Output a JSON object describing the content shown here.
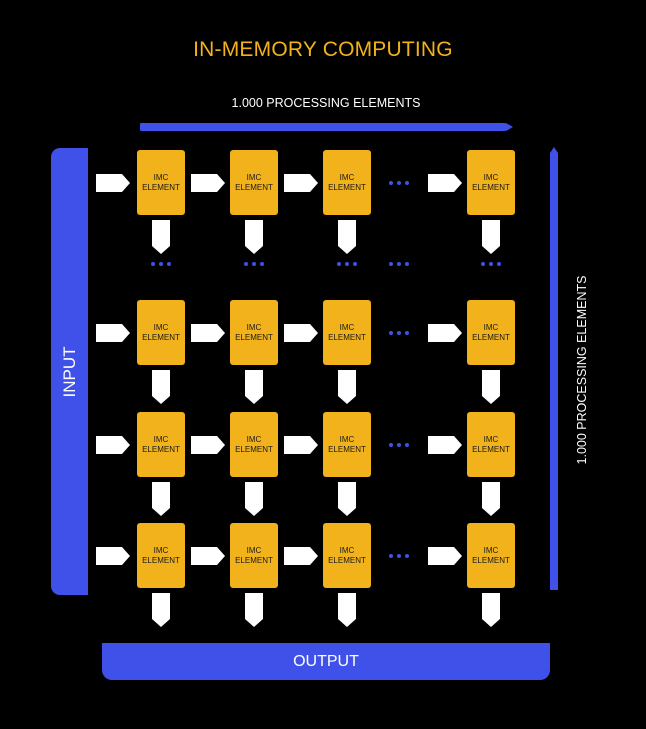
{
  "title": "IN-MEMORY COMPUTING",
  "top_label": "1.000 PROCESSING ELEMENTS",
  "right_label": "1.000 PROCESSING ELEMENTS",
  "input_label": "INPUT",
  "output_label": "OUTPUT",
  "element": {
    "line1": "IMC",
    "line2": "ELEMENT"
  },
  "colors": {
    "background": "#000000",
    "element": "#f1b21c",
    "accent": "#3f51e8",
    "arrow": "#ffffff"
  },
  "grid": {
    "rows": 4,
    "visible_columns": 4,
    "ellipsis_between_rows": 1
  }
}
